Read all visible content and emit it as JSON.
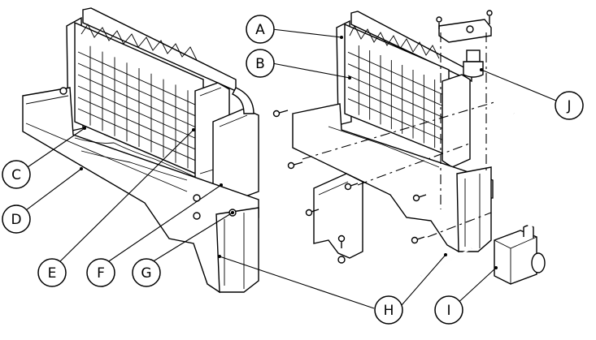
{
  "callouts": {
    "A": "A",
    "B": "B",
    "C": "C",
    "D": "D",
    "E": "E",
    "F": "F",
    "G": "G",
    "H": "H",
    "I": "I",
    "J": "J"
  },
  "colors": {
    "line": "#000000",
    "background": "#ffffff"
  }
}
